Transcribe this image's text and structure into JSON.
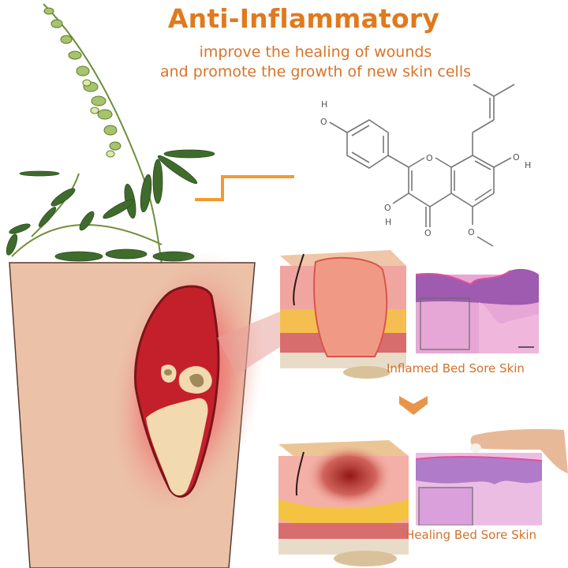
{
  "header": {
    "title": "Anti-Inflammatory",
    "subtitle_line1": "improve the healing of wounds",
    "subtitle_line2": "and promote the growth of new skin cells"
  },
  "molecule": {
    "atoms": {
      "hydroxyl_top_left_h": "H",
      "hydroxyl_top_left_o": "O",
      "ring_oxygen": "O",
      "hydroxyl_right_o": "O",
      "hydroxyl_right_h": "H",
      "hydroxyl_bottom_o": "O",
      "hydroxyl_bottom_h": "H",
      "carbonyl_o": "O",
      "methoxy_o": "O"
    }
  },
  "panels": {
    "inflamed": {
      "label": "Inflamed Bed Sore Skin"
    },
    "healing": {
      "label": "Healing Bed Sore Skin"
    }
  },
  "colors": {
    "accent_orange": "#E07A1F",
    "connector_orange": "#F39A2E",
    "chevron_orange": "#E8954A",
    "skin": "#EBC2A8",
    "wound_red": "#C4202C",
    "slough": "#F2D9B0"
  },
  "icons": {
    "chevron": "chevron-down-icon"
  }
}
